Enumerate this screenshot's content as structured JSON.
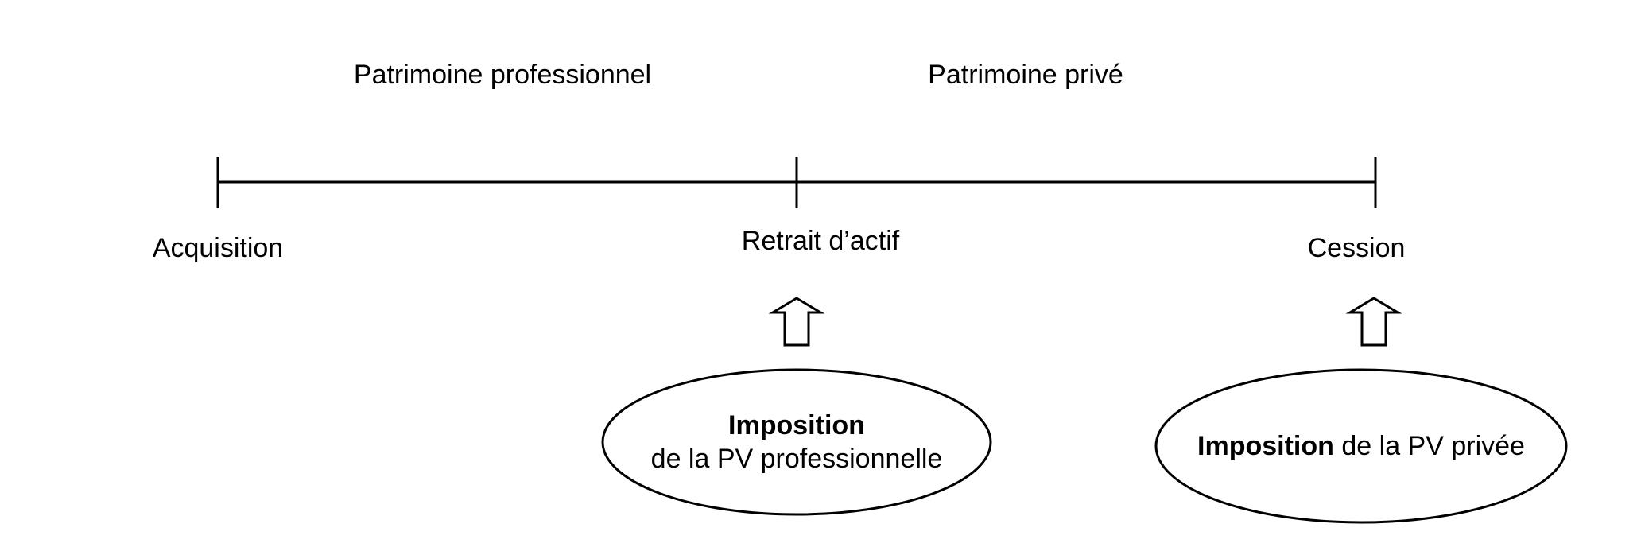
{
  "regions": {
    "professional": "Patrimoine professionnel",
    "private": "Patrimoine privé"
  },
  "events": {
    "acquisition": "Acquisition",
    "withdrawal": "Retrait d’actif",
    "sale": "Cession"
  },
  "outcomes": {
    "professional": {
      "bold": "Imposition",
      "rest": "de la PV professionnelle"
    },
    "private": {
      "bold": "Imposition",
      "rest": " de la PV privée"
    }
  },
  "colors": {
    "line": "#000000",
    "background": "#ffffff"
  }
}
